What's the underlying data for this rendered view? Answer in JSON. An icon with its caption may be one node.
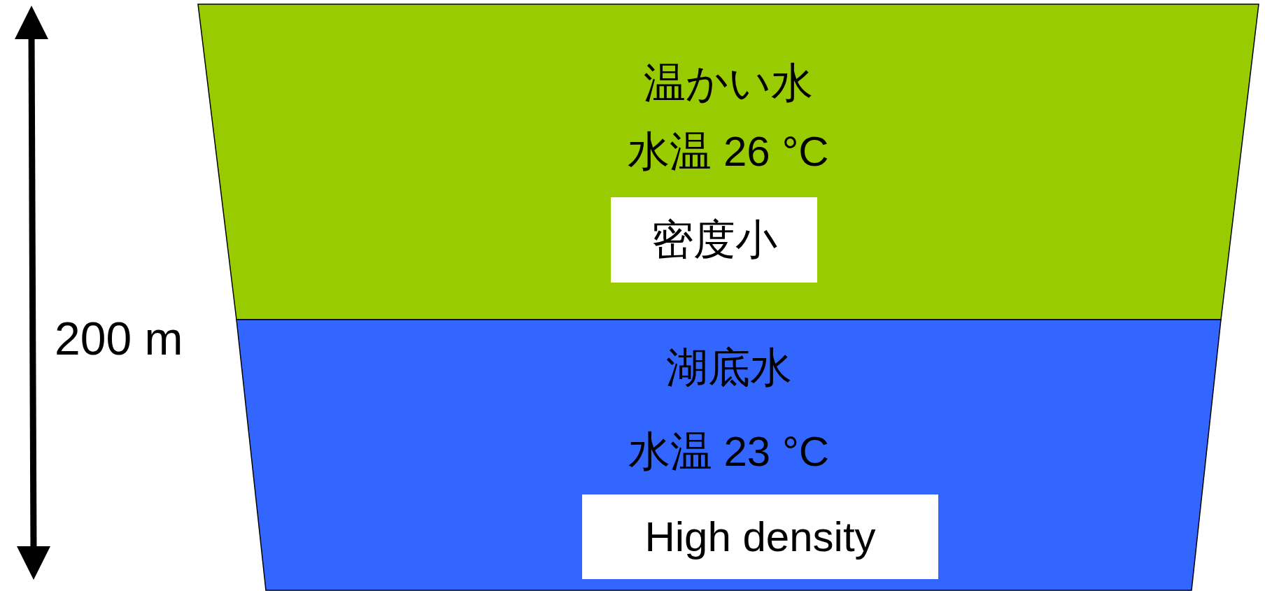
{
  "diagram": {
    "nodes": [
      {
        "text": [
          "温かい水",
          "水温 26 °C"
        ]
      },
      {
        "text": [
          "密度小"
        ],
        "in": 0
      },
      {
        "text": [
          "湖底水",
          "水温 23 °C"
        ]
      },
      {
        "text": [
          "High density"
        ],
        "in": 2
      }
    ],
    "labels": [
      "200 m"
    ]
  }
}
